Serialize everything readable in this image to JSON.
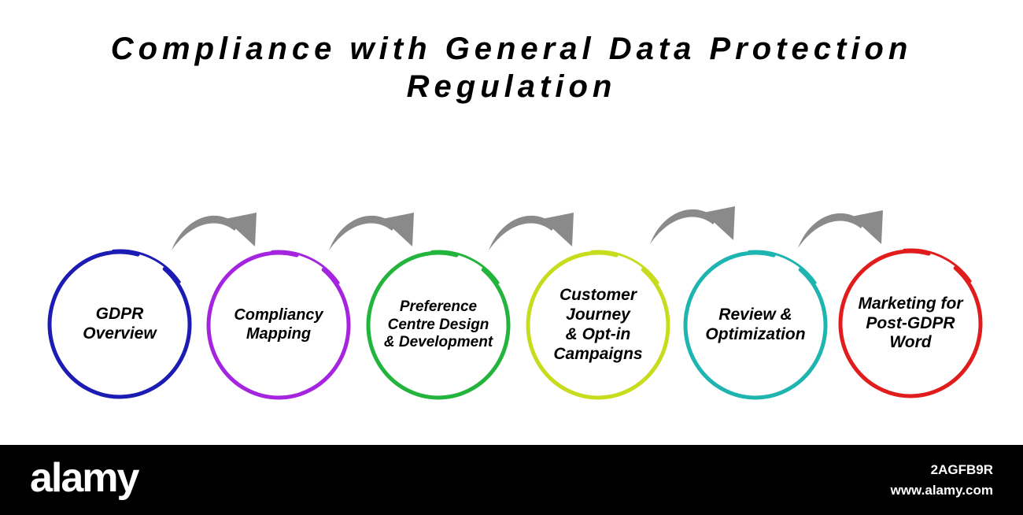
{
  "title": {
    "line1": "Compliance with General Data Protection",
    "line2": "Regulation"
  },
  "steps": [
    {
      "lines": [
        "GDPR",
        "Overview"
      ],
      "color": "#1c1cb4"
    },
    {
      "lines": [
        "Compliancy",
        "Mapping"
      ],
      "color": "#a424e0"
    },
    {
      "lines": [
        "Preference",
        "Centre Design",
        "& Development"
      ],
      "color": "#22b43c"
    },
    {
      "lines": [
        "Customer",
        "Journey",
        "& Opt-in",
        "Campaigns"
      ],
      "color": "#c8dc1e"
    },
    {
      "lines": [
        "Review &",
        "Optimization"
      ],
      "color": "#1eb4b0"
    },
    {
      "lines": [
        "Marketing for",
        "Post-GDPR",
        "Word"
      ],
      "color": "#e01c1c"
    }
  ],
  "arrow_color": "#8a8a8a",
  "footer": {
    "brand": "alamy",
    "image_id": "2AGFB9R",
    "site": "www.alamy.com"
  }
}
